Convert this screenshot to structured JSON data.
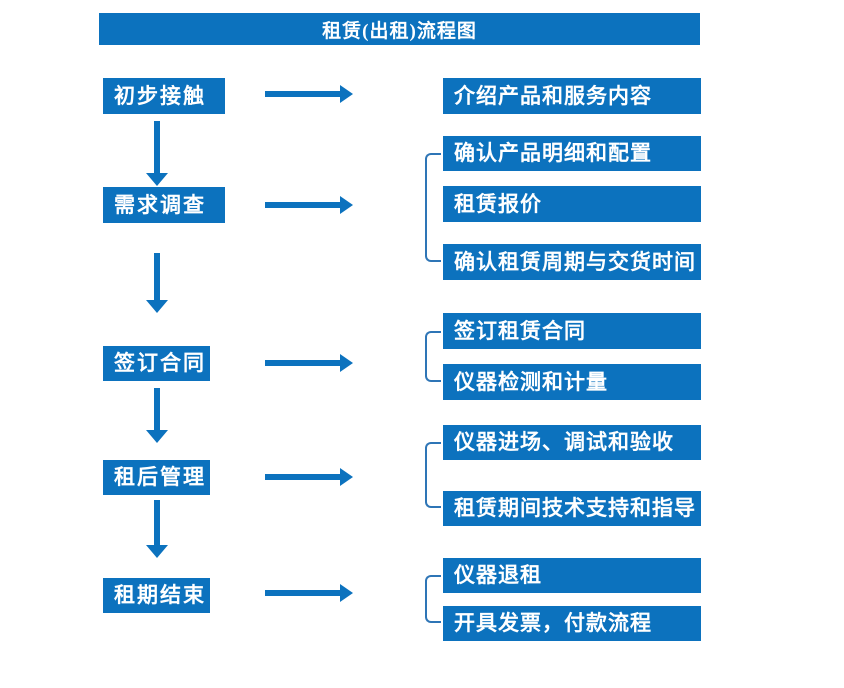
{
  "title": "租赁(出租)流程图",
  "colors": {
    "primary_blue": "#0C72BE",
    "bracket_blue": "#2E75B6",
    "text": "#FFFFFF",
    "background": "#FFFFFF"
  },
  "steps": [
    {
      "label": "初步接触",
      "details": [
        "介绍产品和服务内容"
      ]
    },
    {
      "label": "需求调查",
      "details": [
        "确认产品明细和配置",
        "租赁报价",
        "确认租赁周期与交货时间"
      ]
    },
    {
      "label": "签订合同",
      "details": [
        "签订租赁合同",
        "仪器检测和计量"
      ]
    },
    {
      "label": "租后管理",
      "details": [
        "仪器进场、调试和验收",
        "租赁期间技术支持和指导"
      ]
    },
    {
      "label": "租期结束",
      "details": [
        "仪器退租",
        "开具发票，付款流程"
      ]
    }
  ]
}
